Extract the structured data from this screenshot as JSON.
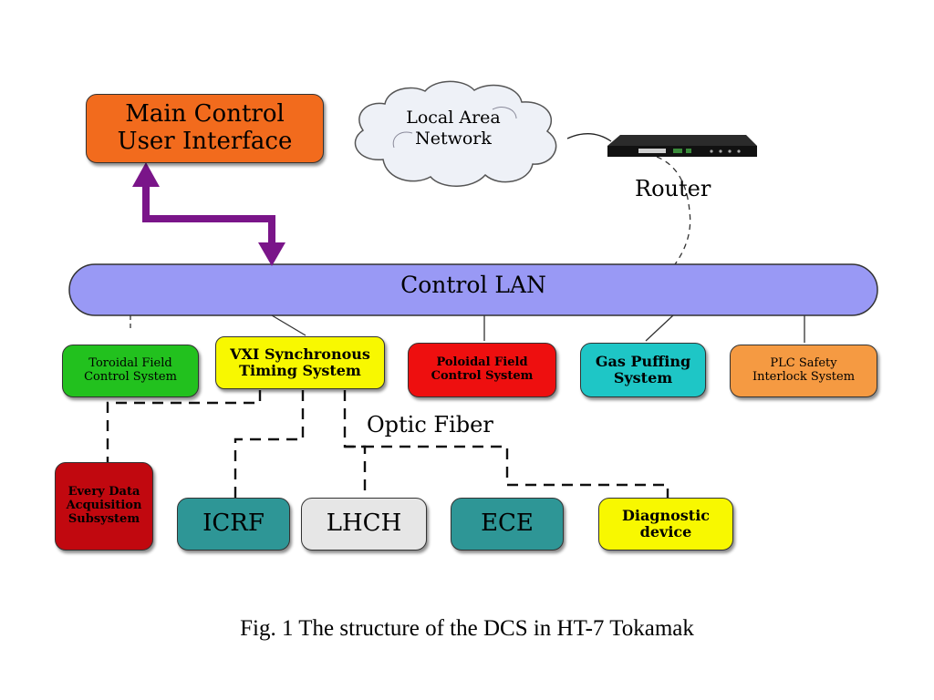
{
  "main_control": {
    "label": "Main Control\nUser Interface",
    "color": "#f26b1d"
  },
  "lan_cloud": {
    "label": "Local Area\nNetwork"
  },
  "router": {
    "label": "Router",
    "icon": "router-icon"
  },
  "control_lan": {
    "label": "Control LAN",
    "color": "#9999f5"
  },
  "optic_fiber": {
    "label": "Optic Fiber"
  },
  "subsystems": [
    {
      "key": "toroidal",
      "label": "Toroidal Field\nControl System",
      "color": "#22c11e"
    },
    {
      "key": "vxi",
      "label": "VXI Synchronous\nTiming System",
      "color": "#f8f800"
    },
    {
      "key": "poloidal",
      "label": "Poloidal Field\nControl System",
      "color": "#ee0f0f"
    },
    {
      "key": "gas",
      "label": "Gas Puffing\nSystem",
      "color": "#1ec6c6"
    },
    {
      "key": "plc",
      "label": "PLC Safety\nInterlock System",
      "color": "#f59a42"
    }
  ],
  "devices": [
    {
      "key": "daq",
      "label": "Every Data\nAcquisition\nSubsystem",
      "color": "#c1080f"
    },
    {
      "key": "icrf",
      "label": "ICRF",
      "color": "#2e9696"
    },
    {
      "key": "lhch",
      "label": "LHCH",
      "color": "#e6e6e6"
    },
    {
      "key": "ece",
      "label": "ECE",
      "color": "#2e9696"
    },
    {
      "key": "diag",
      "label": "Diagnostic\ndevice",
      "color": "#f8f800"
    }
  ],
  "arrow_color": "#7a1589",
  "caption": "Fig. 1 The structure of the DCS in HT-7 Tokamak"
}
